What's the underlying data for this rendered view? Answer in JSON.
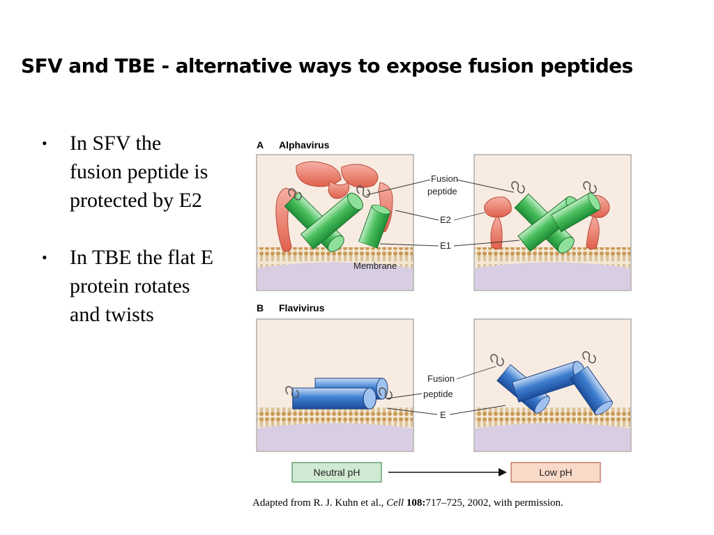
{
  "slide": {
    "title": "SFV and TBE - alternative ways to expose fusion peptides",
    "bullets": [
      "In SFV the fusion peptide is protected by E2",
      "In TBE the flat E protein rotates and twists"
    ]
  },
  "figure": {
    "panel_a": {
      "letter": "A",
      "title": "Alphavirus"
    },
    "panel_b": {
      "letter": "B",
      "title": "Flavivirus"
    },
    "labels": {
      "fusion": "Fusion",
      "peptide": "peptide",
      "e2": "E2",
      "e1": "E1",
      "membrane": "Membrane",
      "e": "E"
    },
    "ph": {
      "neutral": "Neutral pH",
      "low": "Low pH"
    },
    "colors": {
      "e2_salmon": "#ee7f6e",
      "e1_green": "#4bbf5e",
      "e_blue": "#3f7fd0",
      "panel_bg": "#f8ebe1",
      "cytoplasm": "#d9cde4",
      "neutral_box": "#cfe9d2",
      "low_box": "#f9d9c8"
    }
  },
  "caption": {
    "prefix": "Adapted from R. J. Kuhn et al., ",
    "journal": "Cell",
    "volume": "108:",
    "rest": "717–725, 2002, with permission."
  }
}
